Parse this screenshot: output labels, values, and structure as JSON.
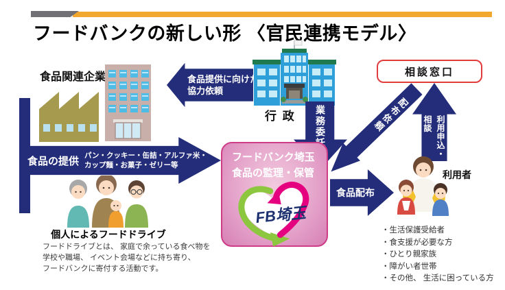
{
  "header": {
    "title": "フードバンクの新しい形 〈官民連携モデル〉",
    "accent_gray": "#717074",
    "accent_orange": "#f2a72e"
  },
  "companies": {
    "label": "食品関連企業"
  },
  "government": {
    "label": "行 政"
  },
  "consultation": {
    "label": "相談窓口",
    "border_color": "#e23b3c"
  },
  "foodbank": {
    "name": "フードバンク埼玉",
    "role": "食品の監理・保管",
    "logo_text": "FB埼玉",
    "box_border_color": "#ce3c88",
    "logo_green": "#8dc63f",
    "logo_pink": "#e4007f"
  },
  "arrows": {
    "color": "#232d7a",
    "coop_line1": "食品提供に向けた",
    "coop_line2": "協力依頼",
    "outsourcing": "業務委託",
    "distribution_request": "配布依頼",
    "apply_col_right": "利用申込・",
    "apply_col_left": "相談",
    "provision_label": "食品の提供",
    "provision_items_line1": "パン・クッキー・缶詰・アルファ米・",
    "provision_items_line2": "カップ麺・お菓子・ゼリー等",
    "distribution": "食品配布"
  },
  "food_drive": {
    "title": "個人によるフードドライブ",
    "description_line1": "フードドライブとは、 家庭で余っている食べ物を",
    "description_line2": "学校や職場、 イベント会場などに持ち寄り、",
    "description_line3": "フードバンクに寄付する活動です。"
  },
  "users": {
    "label": "利用者",
    "items": [
      "・生活保護受給者",
      "・食支援が必要な方",
      "・ひとり親家族",
      "・障がい者世帯",
      "・その他、 生活に困っている方"
    ]
  }
}
